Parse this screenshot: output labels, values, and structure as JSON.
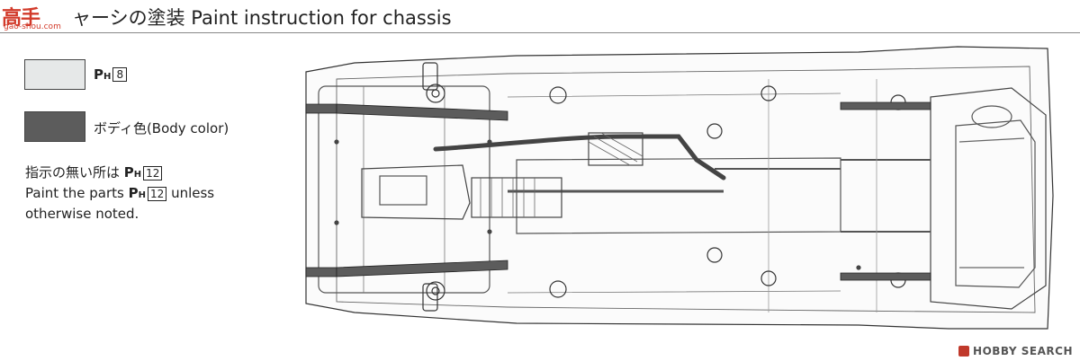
{
  "watermark": {
    "big": "高手",
    "small": "gao-shou.com"
  },
  "heading": {
    "title": "ャーシの塗装 Paint instruction for chassis"
  },
  "legend": [
    {
      "color": "#e6e8e8",
      "ph": "P",
      "h": "H",
      "number": "8",
      "label": ""
    },
    {
      "color": "#5c5c5c",
      "ph": "",
      "h": "",
      "number": "",
      "label": "ボディ色(Body color)"
    }
  ],
  "note": {
    "line1_prefix": "指示の無い所は",
    "line1_number": "12",
    "line2_prefix": "Paint the parts",
    "line2_number": "12",
    "line2_suffix": "unless",
    "line3": "otherwise noted.",
    "ph_p": "P",
    "ph_h": "H"
  },
  "footer": {
    "brand": "HOBBY SEARCH"
  }
}
